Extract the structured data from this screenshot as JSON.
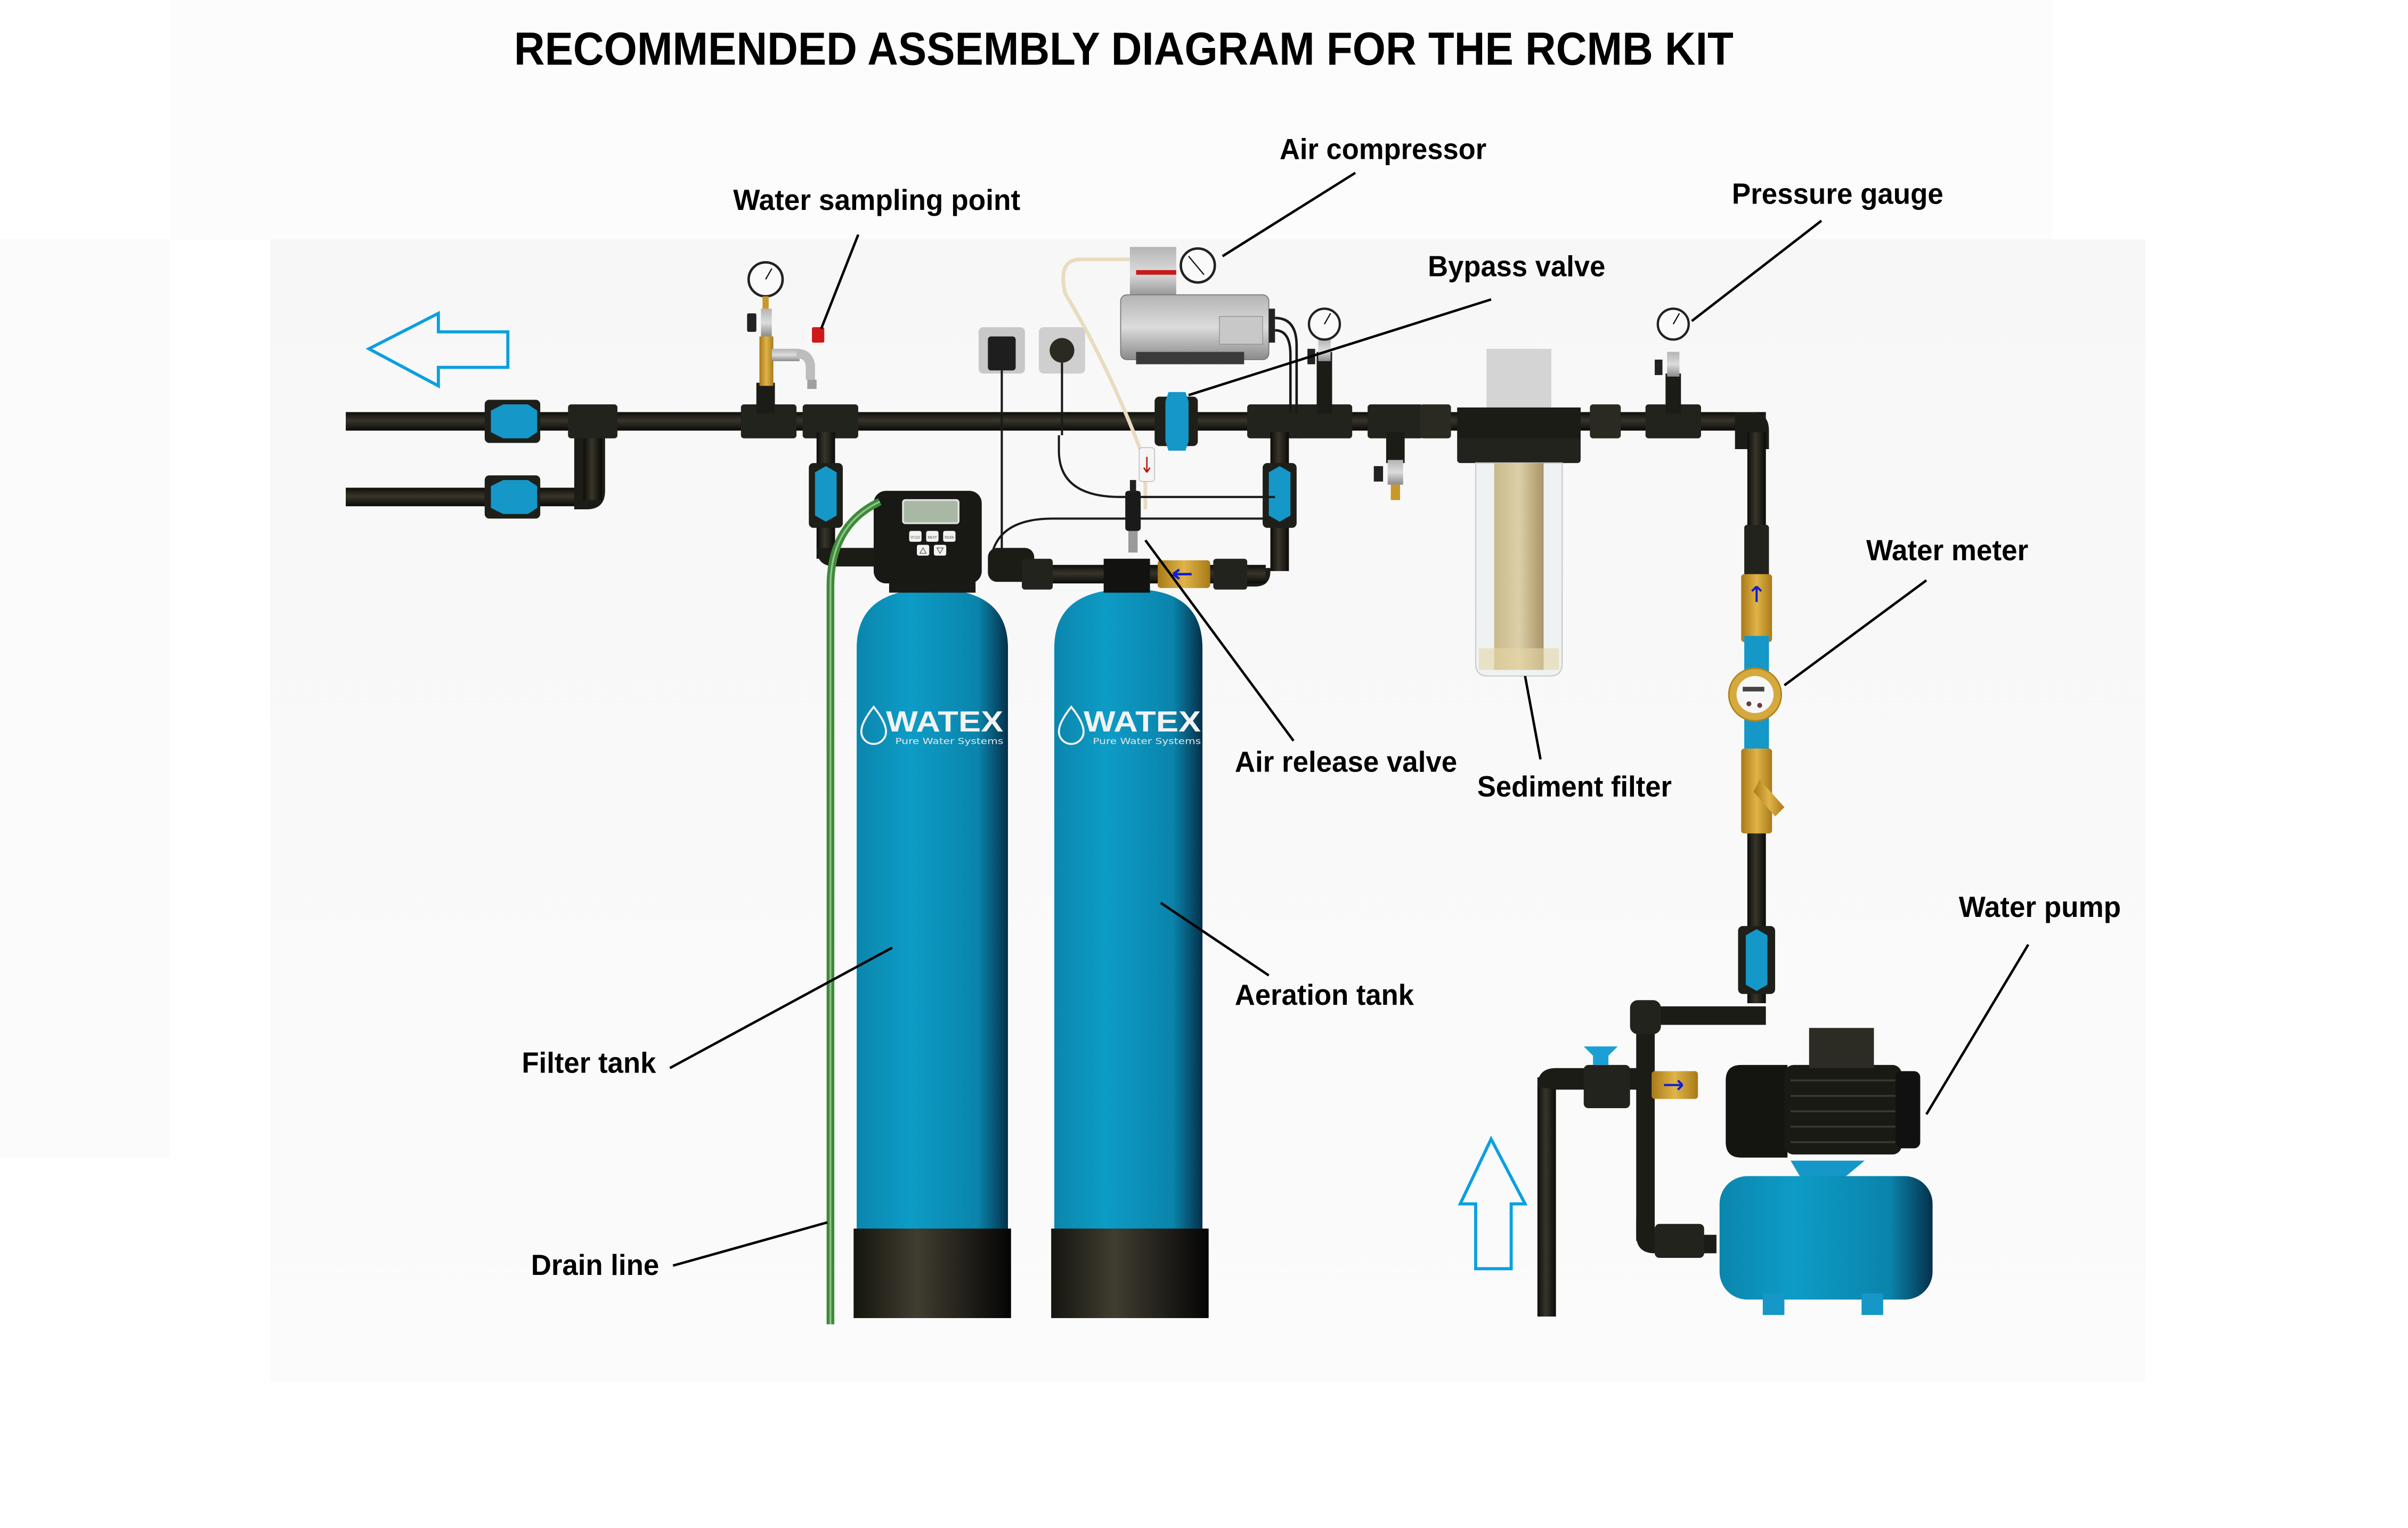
{
  "title": "RECOMMENDED ASSEMBLY DIAGRAM FOR THE RCMB KIT",
  "colors": {
    "pipe": "#1c1c17",
    "tank_blue": "#0a99c2",
    "valve_blue": "#1597c8",
    "brass": "#c9972a",
    "hose_green": "#3f8a3a",
    "arrow_outline": "#0aa0e0",
    "label_text": "#000000"
  },
  "labels": {
    "water_sampling_point": "Water sampling point",
    "air_compressor": "Air compressor",
    "pressure_gauge": "Pressure gauge",
    "bypass_valve": "Bypass valve",
    "water_meter": "Water meter",
    "air_release_valve": "Air release valve",
    "sediment_filter": "Sediment filter",
    "water_pump": "Water pump",
    "aeration_tank": "Aeration tank",
    "filter_tank": "Filter tank",
    "drain_line": "Drain line"
  },
  "tanks": {
    "filter": {
      "brand": "WATEX",
      "tagline": "Pure Water Systems"
    },
    "aeration": {
      "brand": "WATEX",
      "tagline": "Pure Water Systems"
    }
  },
  "control_valve": {
    "buttons": [
      "SET CLOCK",
      "NEXT",
      "REGEN"
    ],
    "arrow_buttons": [
      "up",
      "down"
    ]
  },
  "flow_arrows": [
    {
      "name": "outlet-arrow",
      "direction": "left"
    },
    {
      "name": "inlet-arrow",
      "direction": "up"
    }
  ]
}
